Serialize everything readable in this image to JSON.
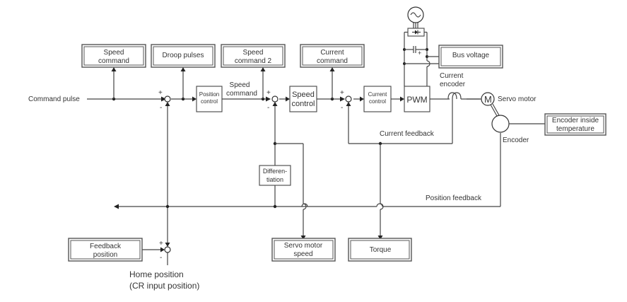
{
  "diagram": {
    "inputs": {
      "command_pulse": "Command pulse"
    },
    "monitor_boxes": {
      "speed_command": [
        "Speed",
        "command"
      ],
      "droop_pulses": [
        "Droop pulses"
      ],
      "speed_command_2": [
        "Speed",
        "command 2"
      ],
      "current_command": [
        "Current",
        "command"
      ],
      "bus_voltage": [
        "Bus voltage"
      ],
      "encoder_inside_temperature": [
        "Encoder inside",
        "temperature"
      ],
      "feedback_position": [
        "Feedback",
        "position"
      ],
      "servo_motor_speed": [
        "Servo motor",
        "speed"
      ],
      "torque": [
        "Torque"
      ]
    },
    "blocks": {
      "position_control": [
        "Position",
        "control"
      ],
      "speed_control": [
        "Speed",
        "control"
      ],
      "current_control": [
        "Current",
        "control"
      ],
      "pwm": [
        "PWM"
      ],
      "differentiation": [
        "Differen-",
        "tiation"
      ],
      "motor_symbol": "M"
    },
    "labels": {
      "speed_command": [
        "Speed",
        "command"
      ],
      "current_encoder": [
        "Current",
        "encoder"
      ],
      "servo_motor": "Servo motor",
      "encoder": "Encoder",
      "current_feedback": "Current feedback",
      "position_feedback": "Position feedback",
      "home_position": [
        "Home position",
        "(CR input position)"
      ]
    },
    "signs": {
      "plus": "+",
      "minus": "-"
    }
  }
}
